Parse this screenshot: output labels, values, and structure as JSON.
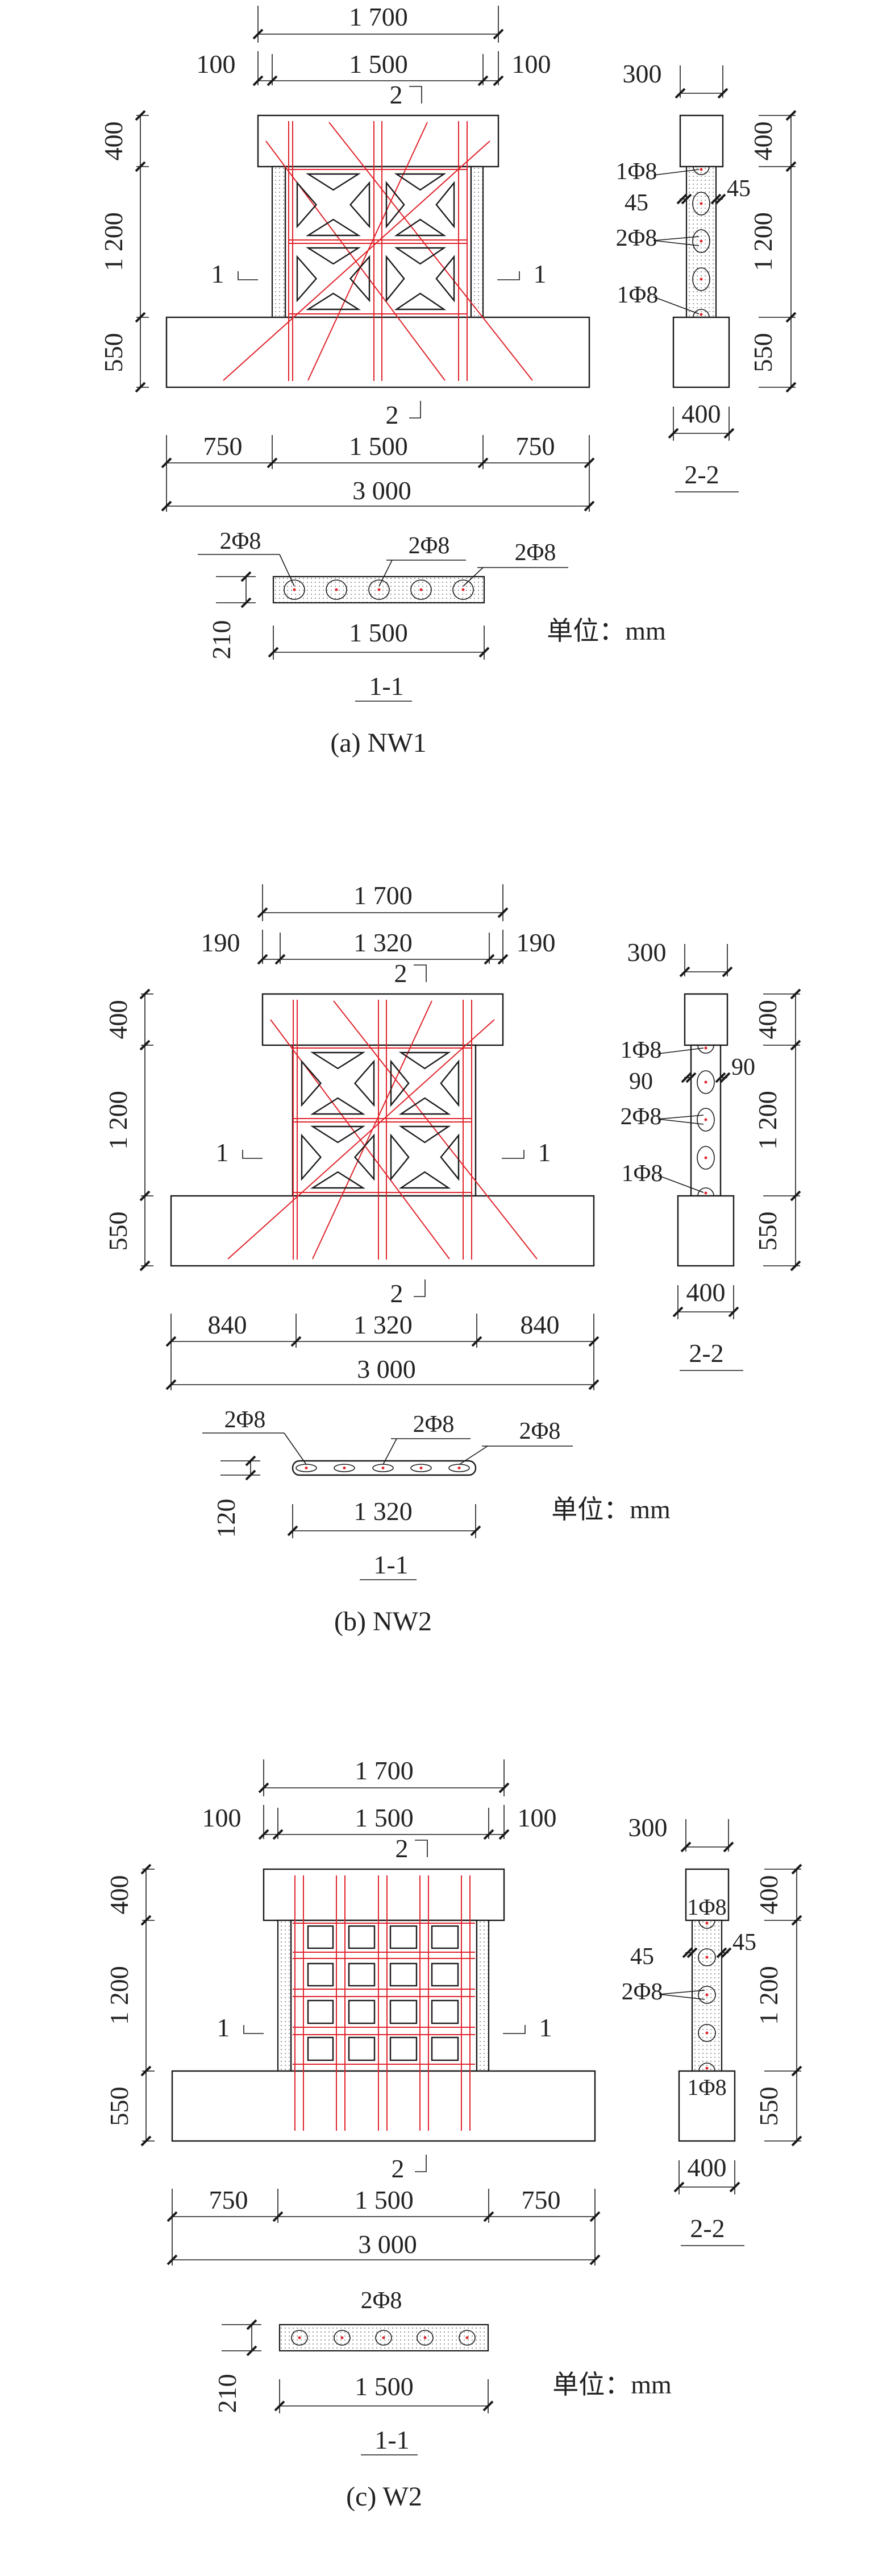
{
  "colors": {
    "rebar": "#e0242b",
    "line": "#1a1a1a"
  },
  "unit_label": "单位：mm",
  "panels": [
    {
      "caption": "(a) NW1",
      "elevation": {
        "top_total": "1 700",
        "top_left": "100",
        "top_mid": "1 500",
        "top_right": "100",
        "left_top": "400",
        "left_mid": "1 200",
        "left_bot": "550",
        "bot_left": "750",
        "bot_mid": "1 500",
        "bot_right": "750",
        "bot_total": "3 000",
        "mark_1": "1",
        "mark_2": "2"
      },
      "section_2_2": {
        "label": "2-2",
        "width_top": "300",
        "width_bot": "400",
        "h_top": "400",
        "h_mid": "1 200",
        "h_bot": "550",
        "rebar_top": "1Φ8",
        "rebar_mid": "2Φ8",
        "rebar_bot": "1Φ8",
        "cover_left": "45",
        "cover_right": "45"
      },
      "section_1_1": {
        "label": "1-1",
        "thickness": "210",
        "length": "1 500",
        "rebars": [
          "2Φ8",
          "2Φ8",
          "2Φ8"
        ]
      }
    },
    {
      "caption": "(b) NW2",
      "elevation": {
        "top_total": "1 700",
        "top_left": "190",
        "top_mid": "1 320",
        "top_right": "190",
        "left_top": "400",
        "left_mid": "1 200",
        "left_bot": "550",
        "bot_left": "840",
        "bot_mid": "1 320",
        "bot_right": "840",
        "bot_total": "3 000",
        "mark_1": "1",
        "mark_2": "2"
      },
      "section_2_2": {
        "label": "2-2",
        "width_top": "300",
        "width_bot": "400",
        "h_top": "400",
        "h_mid": "1 200",
        "h_bot": "550",
        "rebar_top": "1Φ8",
        "rebar_mid": "2Φ8",
        "rebar_bot": "1Φ8",
        "cover_left": "90",
        "cover_right": "90"
      },
      "section_1_1": {
        "label": "1-1",
        "thickness": "120",
        "length": "1 320",
        "rebars": [
          "2Φ8",
          "2Φ8",
          "2Φ8"
        ]
      }
    },
    {
      "caption": "(c) W2",
      "elevation": {
        "top_total": "1 700",
        "top_left": "100",
        "top_mid": "1 500",
        "top_right": "100",
        "left_top": "400",
        "left_mid": "1 200",
        "left_bot": "550",
        "bot_left": "750",
        "bot_mid": "1 500",
        "bot_right": "750",
        "bot_total": "3 000",
        "mark_1": "1",
        "mark_2": "2"
      },
      "section_2_2": {
        "label": "2-2",
        "width_top": "300",
        "width_bot": "400",
        "h_top": "400",
        "h_mid": "1 200",
        "h_bot": "550",
        "rebar_top": "1Φ8",
        "rebar_mid": "2Φ8",
        "rebar_bot": "1Φ8",
        "cover_left": "45",
        "cover_right": "45"
      },
      "section_1_1": {
        "label": "1-1",
        "thickness": "210",
        "length": "1 500",
        "rebars": [
          "2Φ8"
        ]
      }
    }
  ]
}
